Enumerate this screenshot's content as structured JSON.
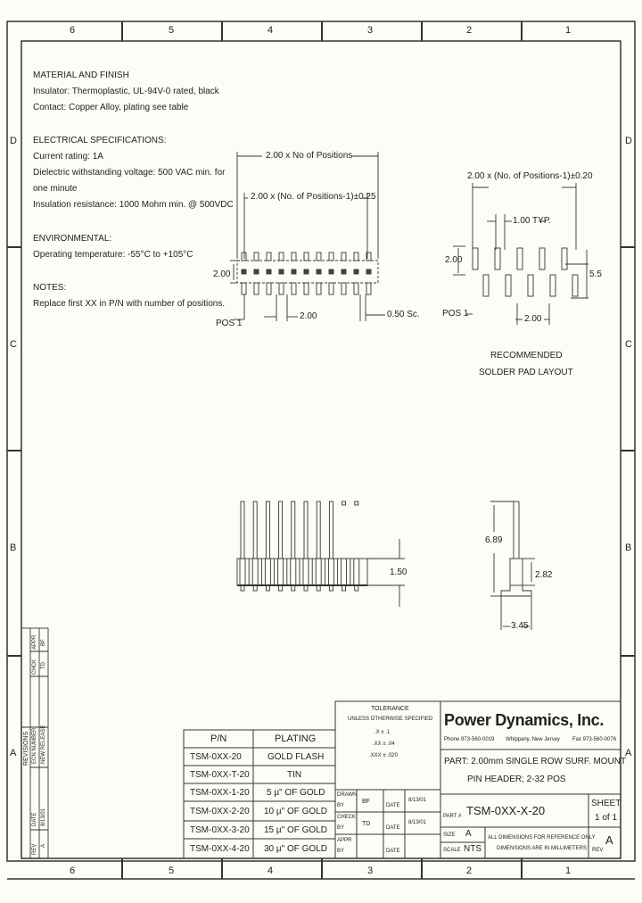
{
  "border": {
    "columns": [
      "6",
      "5",
      "4",
      "3",
      "2",
      "1"
    ],
    "rows": [
      "D",
      "C",
      "B",
      "A"
    ]
  },
  "notes": {
    "material_title": "MATERIAL AND FINISH",
    "material_lines": [
      "Insulator: Thermoplastic, UL-94V-0 rated, black",
      "Contact: Copper Alloy, plating see table"
    ],
    "electrical_title": "ELECTRICAL SPECIFICATIONS:",
    "electrical_lines": [
      "Current rating: 1A",
      "Dielectric withstanding voltage: 500 VAC min. for",
      "one minute",
      "Insulation resistance: 1000 Mohm min. @ 500VDC"
    ],
    "environmental_title": "ENVIRONMENTAL:",
    "environmental_lines": [
      "Operating temperature: -55°C to +105°C"
    ],
    "notes_title": "NOTES:",
    "notes_lines": [
      "Replace first XX in P/N with number of positions."
    ]
  },
  "top_view": {
    "dim_overall": "2.00 x No of Positions",
    "dim_pitch_span": "2.00 x (No. of Positions-1)±0.25",
    "dim_height": "2.00",
    "dim_pitch": "2.00",
    "dim_pin": "0.50 Sc.",
    "pos1": "POS 1"
  },
  "pad_layout": {
    "dim_span": "2.00 x (No. of Positions-1)±0.20",
    "dim_typ": "1.00 TYP.",
    "dim_height": "2.00",
    "dim_depth": "5.5",
    "dim_pitch": "2.00",
    "pos1": "POS 1",
    "title_1": "RECOMMENDED",
    "title_2": "SOLDER PAD LAYOUT"
  },
  "front_view": {
    "dim_body": "1.50"
  },
  "side_view": {
    "dim_total": "6.89",
    "dim_body": "2.82",
    "dim_foot": "3.45"
  },
  "revisions": {
    "title": "REVISIONS",
    "headers": [
      "REV",
      "DATE",
      "ECN NUMBER",
      "CHCK",
      "APPR"
    ],
    "row": [
      "A",
      "8/13/01",
      "NEW RELEASE",
      "TD",
      "BF"
    ]
  },
  "plating_table": {
    "headers": [
      "P/N",
      "PLATING"
    ],
    "rows": [
      [
        "TSM-0XX-20",
        "GOLD FLASH"
      ],
      [
        "TSM-0XX-T-20",
        "TIN"
      ],
      [
        "TSM-0XX-1-20",
        "5 µ\" OF GOLD"
      ],
      [
        "TSM-0XX-2-20",
        "10 µ\" OF GOLD"
      ],
      [
        "TSM-0XX-3-20",
        "15 µ\" OF GOLD"
      ],
      [
        "TSM-0XX-4-20",
        "30 µ\" OF GOLD"
      ]
    ]
  },
  "tolerance": {
    "title": "TOLERANCE",
    "subtitle": "UNLESS OTHERWISE SPECIFIED",
    "lines": [
      ".X  ±  .1",
      ".XX  ±  .04",
      ".XXX  ±  .020"
    ]
  },
  "title_block": {
    "company": "Power Dynamics, Inc.",
    "phone": "Phone 973-560-0019",
    "city": "Whippany, New Jersey",
    "fax": "Fax 973-560-0076",
    "part_line1": "PART: 2.00mm SINGLE ROW SURF. MOUNT",
    "part_line2": "PIN HEADER; 2-32 POS",
    "drawn_label": "DRAWN",
    "drawn_by_label": "BY",
    "drawn_by": "BF",
    "drawn_date_label": "DATE",
    "drawn_date": "8/13/01",
    "check_label": "CHECK",
    "check_by_label": "BY",
    "check_by": "TD",
    "check_date_label": "DATE",
    "check_date": "8/13/01",
    "appr_label": "APPR",
    "appr_by_label": "BY",
    "appr_date_label": "DATE",
    "partno_label": "PART #",
    "part_number": "TSM-0XX-X-20",
    "sheet_label": "SHEET",
    "sheet_value": "1 of 1",
    "size_label": "SIZE",
    "size_value": "A",
    "scale_label": "SCALE",
    "scale_value": "NTS",
    "disclaimer_1": "ALL DIMENSIONS FOR REFERENCE ONLY",
    "disclaimer_2": "DIMENSIONS ARE IN MILLIMETERS",
    "rev_label": "REV",
    "rev_value": "A"
  }
}
